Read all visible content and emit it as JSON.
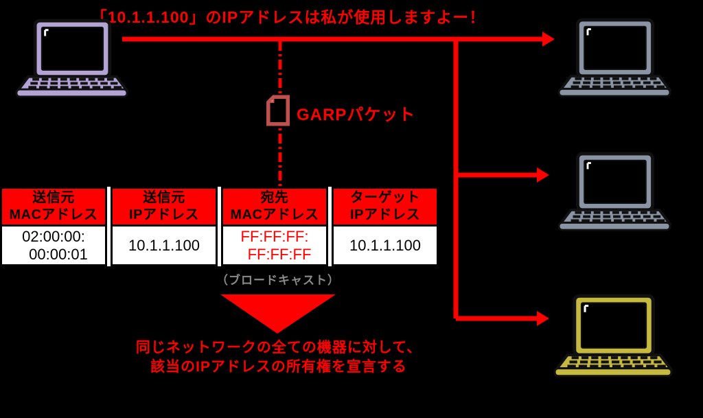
{
  "banner": {
    "text": "「10.1.1.100」のIPアドレスは私が使用しますよー！"
  },
  "garp_packet": {
    "label": "GARPパケット",
    "icon": "document-icon"
  },
  "arp_table": {
    "headers": [
      {
        "line1": "送信元",
        "line2": "MACアドレス"
      },
      {
        "line1": "送信元",
        "line2": "IPアドレス"
      },
      {
        "line1": "宛先",
        "line2": "MACアドレス"
      },
      {
        "line1": "ターゲット",
        "line2": "IPアドレス"
      }
    ],
    "row": [
      {
        "line1": "02:00:00:",
        "line2": "00:00:01"
      },
      {
        "line1": "10.1.1.100",
        "line2": ""
      },
      {
        "line1": "FF:FF:FF:",
        "line2": "FF:FF:FF"
      },
      {
        "line1": "10.1.1.100",
        "line2": ""
      }
    ],
    "broadcast_note": "（ブロードキャスト）"
  },
  "conclusion": {
    "line1": "同じネットワークの全ての機器に対して、",
    "line2": "該当のIPアドレスの所有権を宣言する"
  },
  "devices": {
    "sender": "sender-laptop",
    "receivers": [
      "receiver-laptop-top",
      "receiver-laptop-middle",
      "receiver-laptop-bottom"
    ]
  },
  "colors": {
    "background": "#000000",
    "accent_red": "#ff0000",
    "packet_icon_red": "#c0504d",
    "sender_laptop_purple": "#b4a4d6",
    "receiver_laptop_gray": "#8b94a4",
    "receiver_laptop_yellow": "#c6b93f",
    "broadcast_note_gray": "#8a8a8a",
    "table_header_bg": "#ff0000",
    "table_cell_bg": "#ffffff"
  }
}
